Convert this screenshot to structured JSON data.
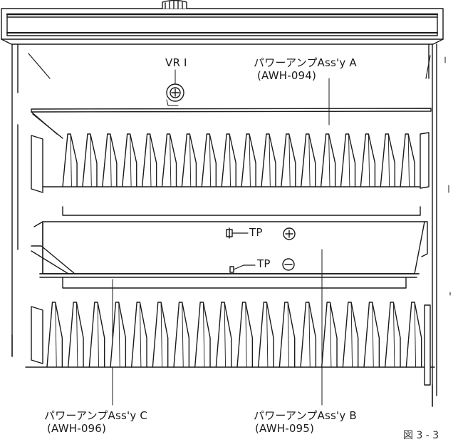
{
  "labels": {
    "vr1": "VR I",
    "amp_a_name": "パワーアンプAss'y A",
    "amp_a_code": "(AWH-094)",
    "tp_plus": "TP",
    "tp_minus": "TP",
    "amp_c_name": "パワーアンプAss'y C",
    "amp_c_code": "(AWH-096)",
    "amp_b_name": "パワーアンプAss'y B",
    "amp_b_code": "(AWH-095)",
    "figure_number": "図 3 - 3"
  },
  "heatsink": {
    "upper_fins": 18,
    "lower_fins": 18
  },
  "colors": {
    "ink": "#1a1a1a",
    "paper": "#ffffff"
  }
}
